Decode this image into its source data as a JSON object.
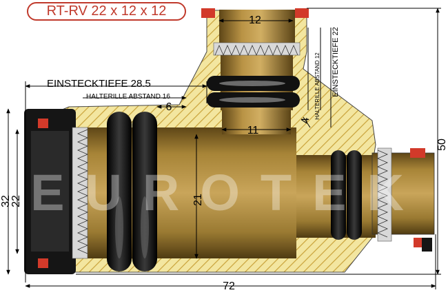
{
  "title": "RT-RV 22 x 12 x 12",
  "watermark": "EUROTEK",
  "dimensions": {
    "top_port": "12",
    "einstecktiefe_main": "EINSTECKTIEFE 28.5",
    "halterille_main": "HALTERILLE ABSTAND 16",
    "main_six": "6",
    "inner_bore": "11",
    "body_height": "21",
    "outer_left_1": "32",
    "outer_left_2": "22",
    "overall_length": "72",
    "overall_height": "50",
    "branch_four": "4",
    "halterille_branch": "HALTERILLE ABSTAND 12",
    "einstecktiefe_branch": "EINSTECKTIEFE 22"
  },
  "colors": {
    "brass": "#b08a3e",
    "brass_dark": "#6e5520",
    "hatch_bg": "#f3e6a0",
    "hatch_line": "#c9a23a",
    "seal": "#111111",
    "clip_red": "#d23a2a",
    "title_red": "#c0392b"
  }
}
